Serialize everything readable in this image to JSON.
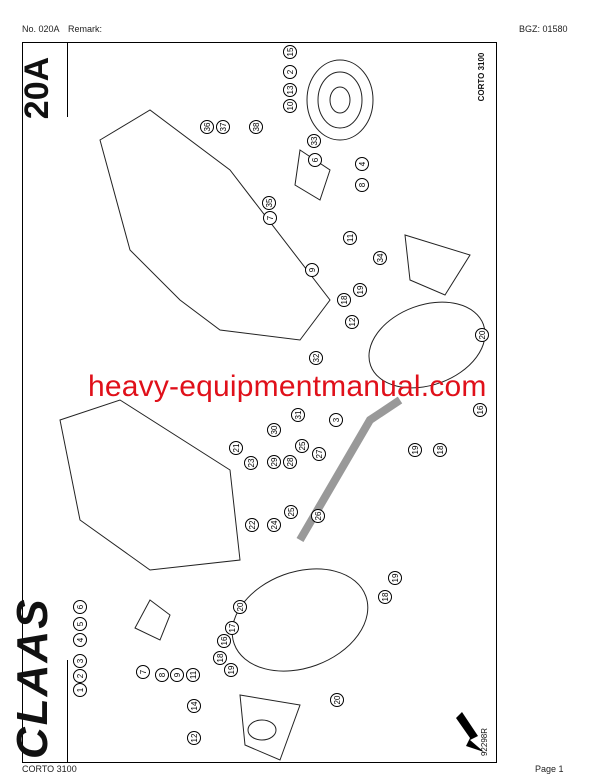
{
  "header": {
    "number": "No. 020A",
    "remark": "Remark:",
    "bgz": "BGZ: 01580"
  },
  "diagram": {
    "section": "20A",
    "brand_logo": "CLAAS",
    "model": "CORTO 3100",
    "drawing_number": "92298R",
    "callouts": [
      "15",
      "2",
      "13",
      "10",
      "36",
      "37",
      "38",
      "33",
      "6",
      "4",
      "8",
      "35",
      "7",
      "11",
      "9",
      "34",
      "18",
      "19",
      "12",
      "20",
      "32",
      "3",
      "31",
      "16",
      "30",
      "25",
      "27",
      "21",
      "23",
      "29",
      "28",
      "19",
      "18",
      "26",
      "24",
      "25",
      "22",
      "19",
      "18",
      "20",
      "17",
      "16",
      "18",
      "19",
      "20",
      "14",
      "12",
      "6",
      "5",
      "4",
      "3",
      "2",
      "1",
      "7",
      "8",
      "9",
      "11"
    ]
  },
  "watermark": "heavy-equipmentmanual.com",
  "footer": {
    "model": "CORTO 3100",
    "page": "Page 1"
  }
}
